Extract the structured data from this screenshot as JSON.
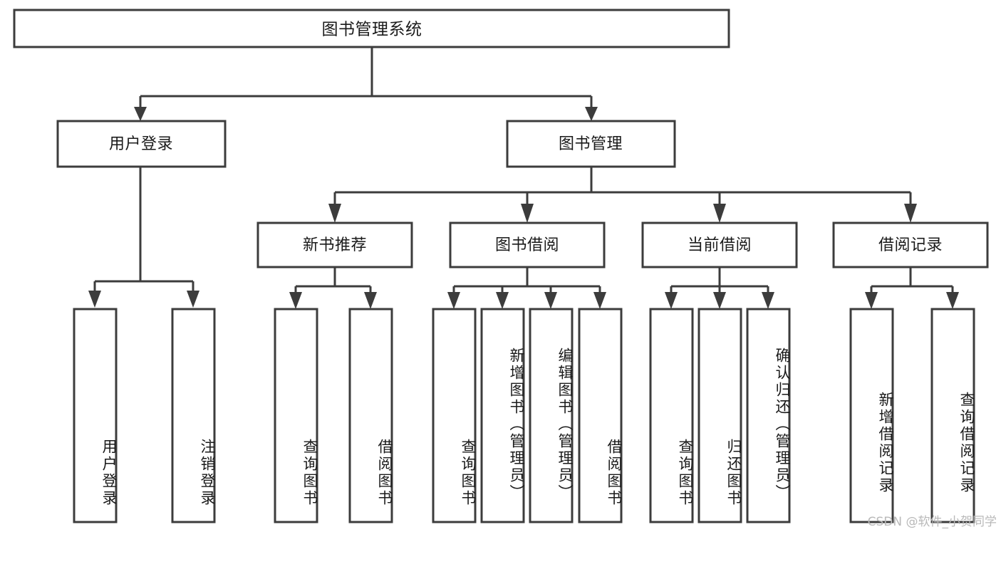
{
  "diagram": {
    "type": "tree-hierarchy",
    "title": "图书管理系统",
    "orientation": "top-down",
    "watermark": "CSDN @软件_小贺同学",
    "colors": {
      "stroke": "#3c3c3c",
      "fill": "#ffffff",
      "text": "#1a1a1a",
      "watermark": "#b9b9b9"
    },
    "root": {
      "label": "图书管理系统"
    },
    "level1": [
      {
        "label": "用户登录"
      },
      {
        "label": "图书管理"
      }
    ],
    "level2": [
      {
        "label": "新书推荐"
      },
      {
        "label": "图书借阅"
      },
      {
        "label": "当前借阅"
      },
      {
        "label": "借阅记录"
      }
    ],
    "leaves": {
      "user_login": [
        {
          "label": "用户登录"
        },
        {
          "label": "注销登录"
        }
      ],
      "new_book_recommend": [
        {
          "label": "查询图书"
        },
        {
          "label": "借阅图书"
        }
      ],
      "book_borrow": [
        {
          "label": "查询图书"
        },
        {
          "label": "新增图书（管理员）"
        },
        {
          "label": "编辑图书（管理员）"
        },
        {
          "label": "借阅图书"
        }
      ],
      "current_borrow": [
        {
          "label": "查询图书"
        },
        {
          "label": "归还图书"
        },
        {
          "label": "确认归还（管理员）"
        }
      ],
      "borrow_record": [
        {
          "label": "新增借阅记录"
        },
        {
          "label": "查询借阅记录"
        }
      ]
    }
  }
}
